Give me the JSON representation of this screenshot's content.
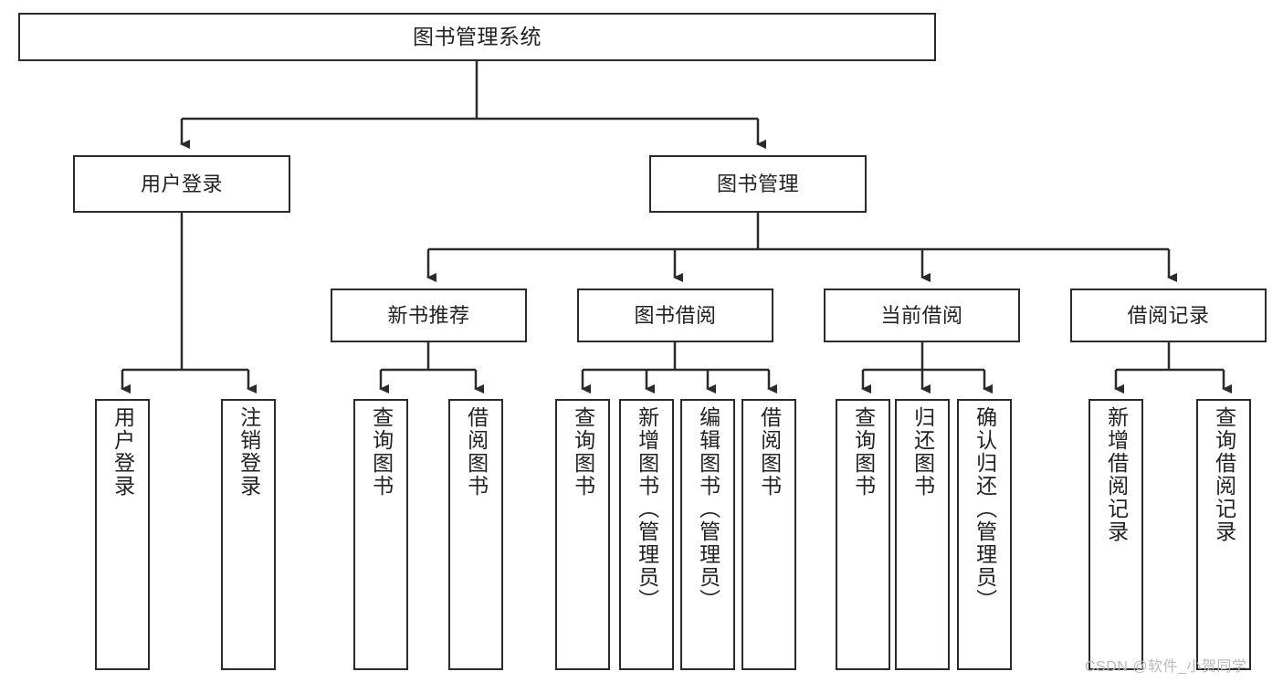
{
  "diagram": {
    "type": "tree-hierarchy",
    "title": "图书管理系统",
    "watermark": "CSDN @软件_小贺同学",
    "colors": {
      "box_border": "#2b2b2b",
      "box_fill": "#ffffff",
      "connector": "#2b2b2b",
      "text": "#222222",
      "watermark": "#b9b9b9"
    },
    "root": {
      "label": "图书管理系统"
    },
    "level2": [
      {
        "label": "用户登录"
      },
      {
        "label": "图书管理"
      }
    ],
    "level3": [
      {
        "label": "新书推荐"
      },
      {
        "label": "图书借阅"
      },
      {
        "label": "当前借阅"
      },
      {
        "label": "借阅记录"
      }
    ],
    "leaves": {
      "user_login": [
        {
          "label": "用户登录"
        },
        {
          "label": "注销登录"
        }
      ],
      "new_book": [
        {
          "label": "查询图书"
        },
        {
          "label": "借阅图书"
        }
      ],
      "book_borrow": [
        {
          "label": "查询图书"
        },
        {
          "label": "新增图书（管理员）"
        },
        {
          "label": "编辑图书（管理员）"
        },
        {
          "label": "借阅图书"
        }
      ],
      "current_borrow": [
        {
          "label": "查询图书"
        },
        {
          "label": "归还图书"
        },
        {
          "label": "确认归还（管理员）"
        }
      ],
      "borrow_record": [
        {
          "label": "新增借阅记录"
        },
        {
          "label": "查询借阅记录"
        }
      ]
    }
  }
}
